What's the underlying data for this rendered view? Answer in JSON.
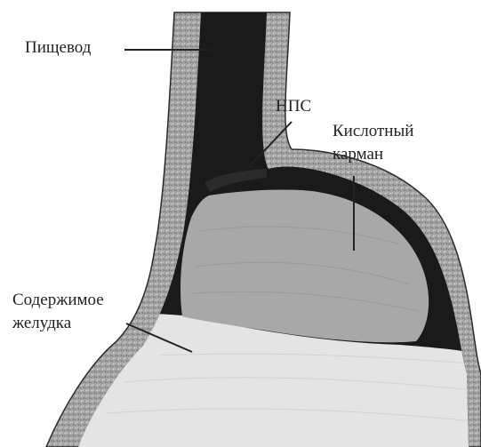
{
  "labels": {
    "esophagus": "Пищевод",
    "les": "НПС",
    "acid_pocket_line1": "Кислотный",
    "acid_pocket_line2": "карман",
    "gastric_content_line1": "Содержимое",
    "gastric_content_line2": "желудка"
  },
  "colors": {
    "wall": "#a3a3a3",
    "lumen_dark": "#161616",
    "acid_pocket": "#a8a8a8",
    "gastric_content": "#e4e4e4",
    "leader": "#222222",
    "text": "#222222"
  }
}
